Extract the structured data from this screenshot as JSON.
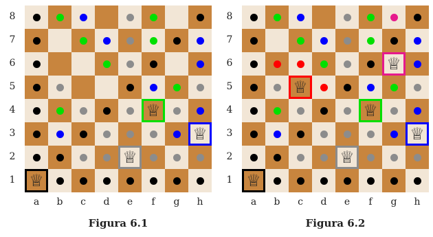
{
  "files": [
    "a",
    "b",
    "c",
    "d",
    "e",
    "f",
    "g",
    "h"
  ],
  "ranks": [
    "8",
    "7",
    "6",
    "5",
    "4",
    "3",
    "2",
    "1"
  ],
  "colors": {
    "black": "#000000",
    "green": "#00e000",
    "blue": "#0000ff",
    "gray": "#8c8c8c",
    "red": "#ff0000",
    "magenta": "#e6198c",
    "light_square": "#f2e6d6",
    "dark_square": "#c8853e"
  },
  "queen_glyph": "♕",
  "figures": [
    {
      "caption": "Figura 6.1",
      "queens": [
        {
          "square": "a1",
          "highlight": "black"
        },
        {
          "square": "e2",
          "highlight": "gray"
        },
        {
          "square": "f4",
          "highlight": "green"
        },
        {
          "square": "h3",
          "highlight": "blue"
        }
      ],
      "dots": [
        {
          "square": "a8",
          "color": "black"
        },
        {
          "square": "b8",
          "color": "green"
        },
        {
          "square": "c8",
          "color": "blue"
        },
        {
          "square": "e8",
          "color": "gray"
        },
        {
          "square": "f8",
          "color": "green"
        },
        {
          "square": "h8",
          "color": "black"
        },
        {
          "square": "a7",
          "color": "black"
        },
        {
          "square": "c7",
          "color": "green"
        },
        {
          "square": "d7",
          "color": "blue"
        },
        {
          "square": "e7",
          "color": "gray"
        },
        {
          "square": "f7",
          "color": "green"
        },
        {
          "square": "g7",
          "color": "black"
        },
        {
          "square": "h7",
          "color": "blue"
        },
        {
          "square": "a6",
          "color": "black"
        },
        {
          "square": "d6",
          "color": "green"
        },
        {
          "square": "e6",
          "color": "gray"
        },
        {
          "square": "f6",
          "color": "black"
        },
        {
          "square": "h6",
          "color": "blue"
        },
        {
          "square": "a5",
          "color": "black"
        },
        {
          "square": "b5",
          "color": "gray"
        },
        {
          "square": "e5",
          "color": "black"
        },
        {
          "square": "f5",
          "color": "blue"
        },
        {
          "square": "g5",
          "color": "green"
        },
        {
          "square": "h5",
          "color": "gray"
        },
        {
          "square": "a4",
          "color": "black"
        },
        {
          "square": "b4",
          "color": "green"
        },
        {
          "square": "c4",
          "color": "gray"
        },
        {
          "square": "d4",
          "color": "black"
        },
        {
          "square": "e4",
          "color": "gray"
        },
        {
          "square": "g4",
          "color": "gray"
        },
        {
          "square": "h4",
          "color": "blue"
        },
        {
          "square": "a3",
          "color": "black"
        },
        {
          "square": "b3",
          "color": "blue"
        },
        {
          "square": "c3",
          "color": "black"
        },
        {
          "square": "d3",
          "color": "gray"
        },
        {
          "square": "e3",
          "color": "gray"
        },
        {
          "square": "f3",
          "color": "gray"
        },
        {
          "square": "g3",
          "color": "blue"
        },
        {
          "square": "a2",
          "color": "black"
        },
        {
          "square": "b2",
          "color": "black"
        },
        {
          "square": "c2",
          "color": "gray"
        },
        {
          "square": "d2",
          "color": "gray"
        },
        {
          "square": "f2",
          "color": "gray"
        },
        {
          "square": "g2",
          "color": "gray"
        },
        {
          "square": "h2",
          "color": "gray"
        },
        {
          "square": "b1",
          "color": "black"
        },
        {
          "square": "c1",
          "color": "black"
        },
        {
          "square": "d1",
          "color": "black"
        },
        {
          "square": "e1",
          "color": "black"
        },
        {
          "square": "f1",
          "color": "black"
        },
        {
          "square": "g1",
          "color": "black"
        },
        {
          "square": "h1",
          "color": "black"
        }
      ]
    },
    {
      "caption": "Figura 6.2",
      "queens": [
        {
          "square": "a1",
          "highlight": "black"
        },
        {
          "square": "e2",
          "highlight": "gray"
        },
        {
          "square": "f4",
          "highlight": "green"
        },
        {
          "square": "h3",
          "highlight": "blue"
        },
        {
          "square": "c5",
          "highlight": "red"
        },
        {
          "square": "g6",
          "highlight": "magenta"
        }
      ],
      "dots": [
        {
          "square": "a8",
          "color": "black"
        },
        {
          "square": "b8",
          "color": "green"
        },
        {
          "square": "c8",
          "color": "blue"
        },
        {
          "square": "e8",
          "color": "gray"
        },
        {
          "square": "f8",
          "color": "green"
        },
        {
          "square": "g8",
          "color": "magenta"
        },
        {
          "square": "h8",
          "color": "black"
        },
        {
          "square": "a7",
          "color": "black"
        },
        {
          "square": "c7",
          "color": "green"
        },
        {
          "square": "d7",
          "color": "blue"
        },
        {
          "square": "e7",
          "color": "gray"
        },
        {
          "square": "f7",
          "color": "green"
        },
        {
          "square": "g7",
          "color": "black"
        },
        {
          "square": "h7",
          "color": "blue"
        },
        {
          "square": "a6",
          "color": "black"
        },
        {
          "square": "b6",
          "color": "red"
        },
        {
          "square": "c6",
          "color": "red"
        },
        {
          "square": "d6",
          "color": "green"
        },
        {
          "square": "e6",
          "color": "gray"
        },
        {
          "square": "f6",
          "color": "black"
        },
        {
          "square": "h6",
          "color": "blue"
        },
        {
          "square": "a5",
          "color": "black"
        },
        {
          "square": "b5",
          "color": "gray"
        },
        {
          "square": "d5",
          "color": "red"
        },
        {
          "square": "e5",
          "color": "black"
        },
        {
          "square": "f5",
          "color": "blue"
        },
        {
          "square": "g5",
          "color": "green"
        },
        {
          "square": "h5",
          "color": "gray"
        },
        {
          "square": "a4",
          "color": "black"
        },
        {
          "square": "b4",
          "color": "green"
        },
        {
          "square": "c4",
          "color": "gray"
        },
        {
          "square": "d4",
          "color": "black"
        },
        {
          "square": "e4",
          "color": "gray"
        },
        {
          "square": "g4",
          "color": "gray"
        },
        {
          "square": "h4",
          "color": "blue"
        },
        {
          "square": "a3",
          "color": "black"
        },
        {
          "square": "b3",
          "color": "blue"
        },
        {
          "square": "c3",
          "color": "black"
        },
        {
          "square": "d3",
          "color": "gray"
        },
        {
          "square": "e3",
          "color": "gray"
        },
        {
          "square": "f3",
          "color": "gray"
        },
        {
          "square": "g3",
          "color": "blue"
        },
        {
          "square": "a2",
          "color": "black"
        },
        {
          "square": "b2",
          "color": "black"
        },
        {
          "square": "c2",
          "color": "gray"
        },
        {
          "square": "d2",
          "color": "gray"
        },
        {
          "square": "f2",
          "color": "gray"
        },
        {
          "square": "g2",
          "color": "gray"
        },
        {
          "square": "h2",
          "color": "gray"
        },
        {
          "square": "b1",
          "color": "black"
        },
        {
          "square": "c1",
          "color": "black"
        },
        {
          "square": "d1",
          "color": "black"
        },
        {
          "square": "e1",
          "color": "black"
        },
        {
          "square": "f1",
          "color": "black"
        },
        {
          "square": "g1",
          "color": "black"
        },
        {
          "square": "h1",
          "color": "black"
        }
      ]
    }
  ]
}
